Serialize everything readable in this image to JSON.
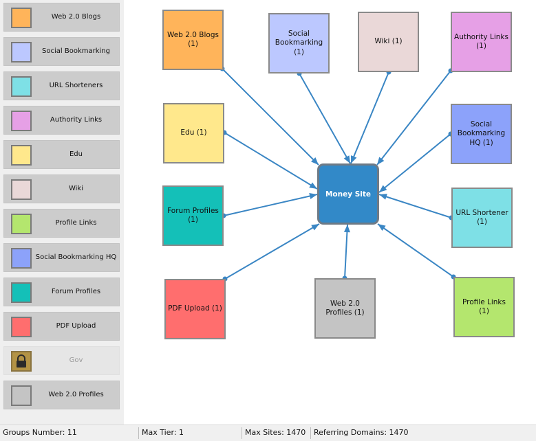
{
  "sidebar": {
    "items": [
      {
        "label": "Web 2.0 Blogs",
        "color": "#ffb45a"
      },
      {
        "label": "Social Bookmarking",
        "color": "#bcc8ff"
      },
      {
        "label": "URL Shorteners",
        "color": "#7ee0e6"
      },
      {
        "label": "Authority Links",
        "color": "#e6a0e6"
      },
      {
        "label": "Edu",
        "color": "#ffe88c"
      },
      {
        "label": "Wiki",
        "color": "#ead8d8"
      },
      {
        "label": "Profile Links",
        "color": "#b4e66e"
      },
      {
        "label": "Social Bookmarking HQ",
        "color": "#8ca2fa"
      },
      {
        "label": "Forum Profiles",
        "color": "#14c0b8"
      },
      {
        "label": "PDF Upload",
        "color": "#ff6e6e"
      },
      {
        "label": "Gov",
        "color": "#b39345",
        "icon": "lock-icon",
        "disabled": true
      },
      {
        "label": "Web 2.0 Profiles",
        "color": "#c4c4c4"
      }
    ]
  },
  "diagram": {
    "center": {
      "label": "Money Site",
      "color": "#3289c8"
    },
    "nodes": [
      {
        "id": "web20-blogs",
        "label": "Web 2.0 Blogs (1)",
        "color": "#ffb45a"
      },
      {
        "id": "social-bookmarking",
        "label": "Social Bookmarking (1)",
        "color": "#bcc8ff"
      },
      {
        "id": "wiki",
        "label": "Wiki (1)",
        "color": "#ead8d8"
      },
      {
        "id": "authority-links",
        "label": "Authority Links (1)",
        "color": "#e6a0e6"
      },
      {
        "id": "edu",
        "label": "Edu (1)",
        "color": "#ffe88c"
      },
      {
        "id": "social-bookmarking-hq",
        "label": "Social Bookmarking HQ (1)",
        "color": "#8ca2fa"
      },
      {
        "id": "forum-profiles",
        "label": "Forum Profiles (1)",
        "color": "#14c0b8"
      },
      {
        "id": "url-shortener",
        "label": "URL Shortener (1)",
        "color": "#7ee0e6"
      },
      {
        "id": "pdf-upload",
        "label": "PDF Upload (1)",
        "color": "#ff6e6e"
      },
      {
        "id": "web20-profiles",
        "label": "Web 2.0 Profiles (1)",
        "color": "#c4c4c4"
      },
      {
        "id": "profile-links",
        "label": "Profile Links (1)",
        "color": "#b4e66e"
      }
    ],
    "edge_color": "#3a86c4"
  },
  "status": {
    "groups": "Groups Number: 11",
    "max_tier": "Max Tier: 1",
    "max_sites": "Max Sites: 1470",
    "referring_domains": "Referring Domains: 1470"
  }
}
